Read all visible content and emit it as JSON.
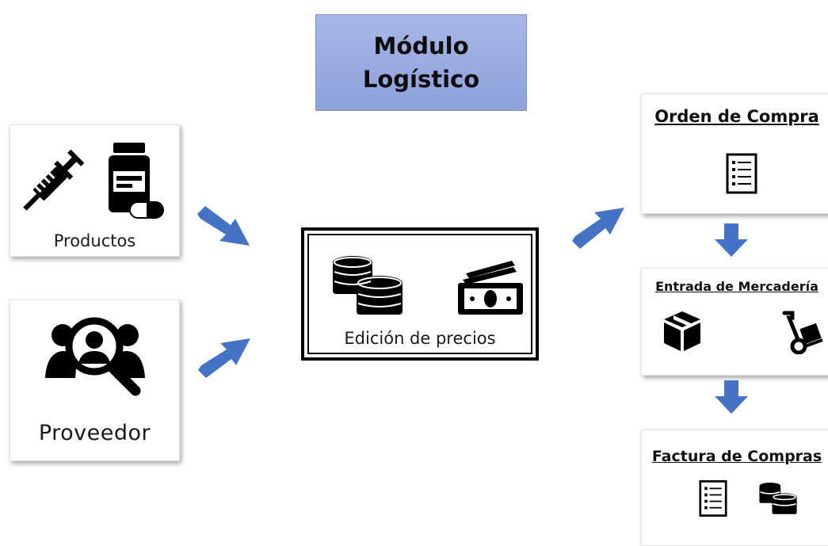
{
  "title": {
    "line1": "Módulo",
    "line2": "Logístico"
  },
  "inputs": {
    "productos": {
      "label": "Productos",
      "icons": [
        "syringe-icon",
        "medicine-bottle-icon",
        "pill-icon"
      ]
    },
    "proveedor": {
      "label": "Proveedor",
      "icons": [
        "supplier-search-icon"
      ]
    }
  },
  "center": {
    "label": "Edición de precios",
    "icons": [
      "coins-icon",
      "money-bills-icon"
    ]
  },
  "steps": [
    {
      "label": "Orden de Compra",
      "icons": [
        "document-list-icon"
      ]
    },
    {
      "label": "Entrada de Mercadería",
      "icons": [
        "package-box-icon",
        "hand-truck-icon"
      ]
    },
    {
      "label": "Factura de Compras",
      "icons": [
        "document-list-icon",
        "coins-icon"
      ]
    }
  ],
  "colors": {
    "title_bg": "#a6b6e6",
    "arrow": "#4472c4",
    "icon": "#000000"
  }
}
